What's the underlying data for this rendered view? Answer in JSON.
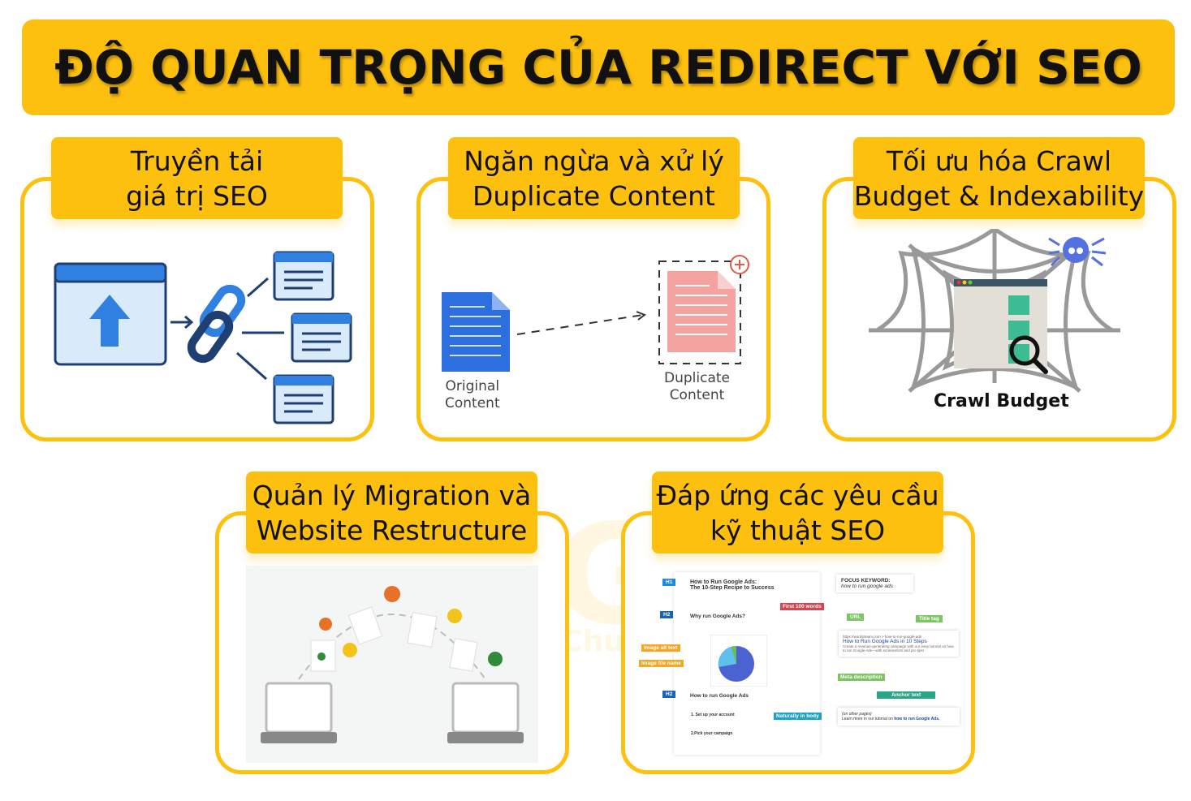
{
  "title": "ĐỘ QUAN TRỌNG CỦA REDIRECT VỚI SEO",
  "watermark": {
    "brand": "LIGHT",
    "slogan": "Nhanh - Chuẩn - Đẹp"
  },
  "cards": [
    {
      "label_line1": "Truyền tải",
      "label_line2": "giá trị SEO"
    },
    {
      "label_line1": "Ngăn ngừa và xử lý",
      "label_line2": "Duplicate Content",
      "original_line1": "Original",
      "original_line2": "Content",
      "duplicate_line1": "Duplicate",
      "duplicate_line2": "Content"
    },
    {
      "label_line1": "Tối ưu hóa Crawl",
      "label_line2": "Budget & Indexability",
      "caption": "Crawl Budget"
    },
    {
      "label_line1": "Quản lý Migration và",
      "label_line2": "Website Restructure"
    },
    {
      "label_line1": "Đáp ứng các yêu cầu",
      "label_line2": "kỹ thuật SEO",
      "seo": {
        "h1": "H1",
        "h1_text1": "How to Run Google Ads:",
        "h1_text2": "The 10-Step Recipe to Success",
        "first100": "First 100 words",
        "h2": "H2",
        "h2a_text": "Why run Google Ads?",
        "alt": "Image alt text",
        "filename": "Image file name",
        "h2b_text": "How to run Google Ads",
        "step1": "1. Set up your account",
        "step2": "2.Pick your campaign",
        "body": "Naturally in body",
        "focus_label": "FOCUS KEYWORD:",
        "focus_value": "how to run google ads",
        "url": "URL",
        "title_tag": "Title tag",
        "serp_url": "https://wordstream.com > how-to-run-google-ads",
        "serp_title": "How to Run Google Ads in 10 Steps",
        "serp_desc": "Create a revenue-generating campaign with our easy tutorial on how to run Google Ads—with screenshots and pro tips!",
        "meta": "Meta description",
        "anchor": "Anchor text",
        "other": "(on other pages)",
        "learn": "Learn more in our tutorial on",
        "learn_link": "how to run Google Ads."
      }
    }
  ]
}
